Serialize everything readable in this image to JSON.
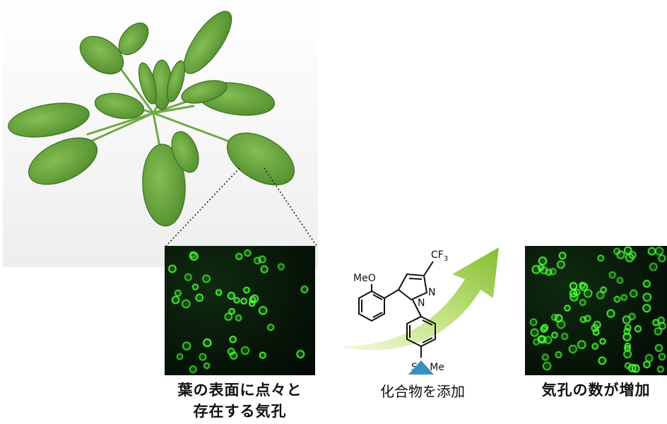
{
  "labels": {
    "before_line1": "葉の表面に点々と",
    "before_line2": "存在する気孔",
    "compound": "化合物を添加",
    "after": "気孔の数が増加"
  },
  "molecule": {
    "methoxy": "MeO",
    "cf3": "CF",
    "cf3_sub": "3",
    "n1": "N",
    "n2": "N",
    "so2": "SO",
    "so2_sub": "2",
    "so2_me": "Me"
  },
  "colors": {
    "stomata": "#4cff3a",
    "background_micro": "#061207",
    "arrow_light": "#e6f3b0",
    "arrow_dark": "#86c02a",
    "triangle": "#3b8fc0",
    "leaf_dark": "#4e8a2c",
    "leaf_light": "#7fb54a"
  },
  "icons": {
    "plant": "arabidopsis-rosette",
    "arrow": "curved-up-arrow",
    "marker": "triangle-up"
  }
}
